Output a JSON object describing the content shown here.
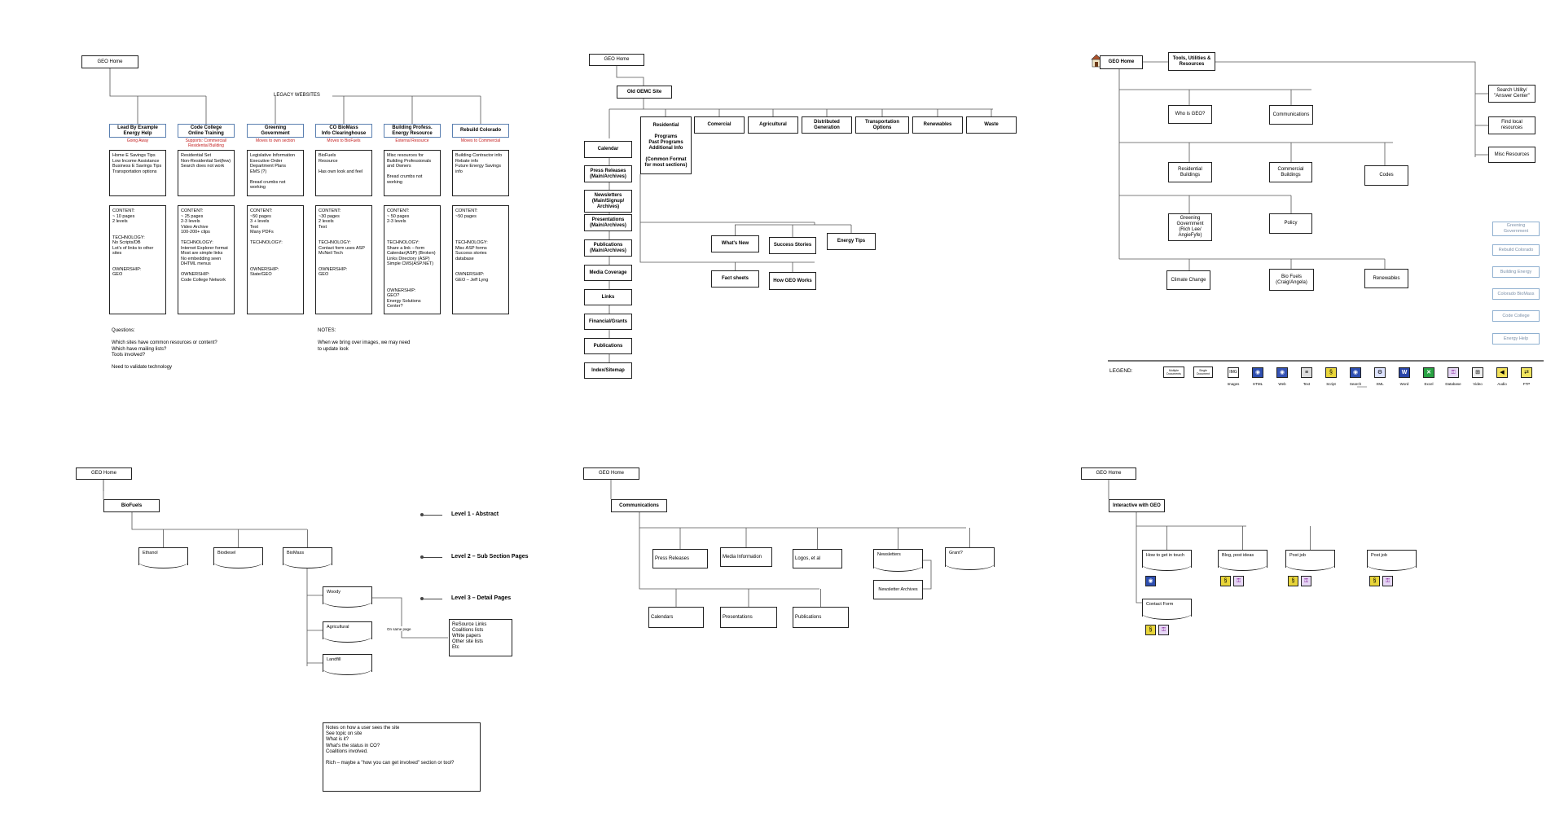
{
  "diagram1": {
    "home": "GEO Home",
    "legacy": "LEGACY WEBSITES",
    "sites": [
      {
        "title": "Lead By Example\nEnergy Help",
        "note": "Going Away",
        "desc": "Home E Savings Tips\nLow Income Assistance\nBusiness E Savings Tips\nTransportation options",
        "details": "CONTENT:\n~ 10 pages\n2 levels\n\n\nTECHNOLOGY:\nNo Scripts/DB\nLot's of links to other sites\n\n\nOWNERSHIP:\nGEO"
      },
      {
        "title": "Code College\nOnline Training",
        "note": "Supports: Commercial/\nResidential Building",
        "desc": "Residential Set\nNon-Residential Set(few)\nSearch does not work",
        "details": "CONTENT:\n~ 25 pages\n2-3 levels\nVideo Archive\n100-200+ clips\n\nTECHNOLOGY:\nInternet Explorer format\nMost are simple links\nNo embedding seen\nDHTML menus\n\nOWNERSHIP:\nCode College Network"
      },
      {
        "title": "Greening\nGovernment",
        "note": "Moves to own section",
        "desc": "Legislative Information\nExecutive Order\nDepartment Plans\nEMS (?)\n\nBread crumbs not working",
        "details": "CONTENT:\n~50 pages\n3 + levels\nText\nMany PDFs\n\nTECHNOLOGY:\n\n\n\n\nOWNERSHIP:\nState/GEO"
      },
      {
        "title": "CO BioMass\nInfo Clearinghouse",
        "note": "Moves to BioFuels",
        "desc": "BioFuels\nResource\n\nHas own look and feel",
        "details": "CONTENT:\n~30 pages\n2 levels\nText\n\n\nTECHNOLOGY:\nContact form uses ASP\nMcNeil Tech\n\n\nOWNERSHIP:\nGEO"
      },
      {
        "title": "Building Profess.\nEnergy Resource",
        "note": "External Resource",
        "desc": "Misc resources for\nBuilding Professionals\nand Owners\n\nBread crumbs not working",
        "details": "CONTENT:\n~ 50 pages\n2-3 levels\n\n\n\nTECHNOLOGY:\nShare a link – form\nCalendar(ASP) (Broken)\nLinks Directory (ASP)\nSimple CMS(ASP.NET)\n\n\n\n\nOWNERSHIP:\nGEO?\nEnergy Solutions Center?"
      },
      {
        "title": "Rebuild Colorado",
        "note": "Moves to Commercial",
        "desc": "Building Contractor info\nRebate info\nFuture Energy Savings\ninfo",
        "details": "CONTENT:\n~50 pages\n\n\n\n\nTECHNOLOGY:\nMisc ASP forms\nSuccess stories database\n\n\nOWNERSHIP:\nGEO – Jeff Lyng"
      }
    ],
    "questions": "Questions:\n\nWhich sites have common resources or content?\nWhich have mailing lists?\nTools involved?\n\nNeed to validate technology",
    "notes": "NOTES:\n\nWhen we bring over images, we may need\nto update look"
  },
  "diagram2": {
    "home": "GEO Home",
    "old": "Old OEMC Site",
    "main": "Residential\n\nPrograms\nPast Programs\nAdditional Info\n\n(Common Format\nfor most sections)",
    "top": [
      "Comercial",
      "Agricultural",
      "Distributed\nGeneration",
      "Transportation\nOptions",
      "Renewables",
      "Waste"
    ],
    "left": [
      "Calendar",
      "Press Releases\n(Main/Archives)",
      "Newsletters\n(Main/Signup/\nArchives)",
      "Presentations\n(Main/Archives)",
      "Publications\n(Main/Archives)",
      "Media Coverage",
      "Links",
      "Financial/Grants",
      "Publications",
      "Index/Sitemap"
    ],
    "mid": [
      "What's New",
      "Success Stories",
      "Energy Tips",
      "Fact sheets",
      "How GEO Works"
    ]
  },
  "diagram3": {
    "home": "GEO Home",
    "tools": "Tools, Utilities &\nResources",
    "nodes": [
      "Who is GEO?",
      "Communications",
      "Residential\nBuildings",
      "Commercial\nBuildings",
      "Codes",
      "Greening\nGovernment\n(Rich Lee/\nAngieFyfe)",
      "Policy",
      "Climate Change",
      "Bio Fuels\n(Craig/Angela)",
      "Renewables"
    ],
    "right": [
      "Search Utility/\n\"Answer Center\"",
      "Find local\nresources",
      "Misc Resources"
    ],
    "legacy": [
      "Greening\nGovernment",
      "Rebuild Colorado",
      "Building Energy",
      "Colorado BioMass",
      "Code College",
      "Energy Help"
    ],
    "legend_label": "LEGEND:",
    "legend": [
      "Multiple\nDocuments",
      "Single\nDocument",
      "Images",
      "HTML",
      "Web",
      "Text",
      "Script",
      "Search",
      "XML",
      "Word",
      "Excel",
      "Database",
      "Video",
      "Audio",
      "FTP"
    ],
    "img_text": "IMG"
  },
  "diagram4": {
    "home": "GEO Home",
    "biofuels": "BioFuels",
    "docs": [
      "Ethanol",
      "Biodiesel",
      "BioMass"
    ],
    "sub": [
      "Woody",
      "Agricultural",
      "Landfill"
    ],
    "on_same_page": "On same page",
    "resource": "ReSource Links\nCoalitions lists\nWhite papers\nOther site lists\nEtc",
    "levels": [
      "Level 1 - Abstract",
      "Level 2 – Sub Section Pages",
      "Level 3 – Detail Pages"
    ],
    "notes": "Notes on how a user sees the site\nSee topic on site\nWhat is it?\nWhat's the status in CO?\nCoalitions involved.\n\nRich – maybe a \"how you can get involved\" section or tool?"
  },
  "diagram5": {
    "home": "GEO Home",
    "comms": "Communications",
    "row1": [
      "Press Releases",
      "Media Information",
      "Logos, et al",
      "Newsletters",
      "Grant?"
    ],
    "archives": "Newsletter Archives",
    "row2": [
      "Calendars",
      "Presentations",
      "Publications"
    ]
  },
  "diagram6": {
    "home": "GEO Home",
    "interactive": "Interactive with GEO",
    "items": [
      "How to get in touch",
      "Blog, post ideas",
      "Post job",
      "Post job",
      "Contact Form"
    ]
  }
}
